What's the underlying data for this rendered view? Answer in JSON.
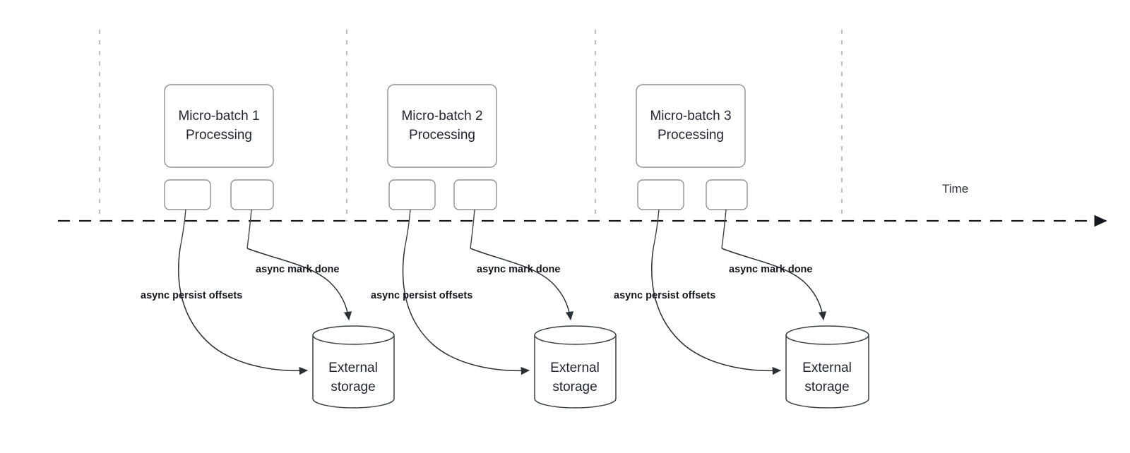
{
  "diagram": {
    "title_axis": "Time",
    "groups": [
      {
        "id": "micro-batch-1",
        "box_line1": "Micro-batch 1",
        "box_line2": "Processing",
        "persist_label": "async persist offsets",
        "mark_done_label": "async mark done",
        "storage_line1": "External",
        "storage_line2": "storage"
      },
      {
        "id": "micro-batch-2",
        "box_line1": "Micro-batch 2",
        "box_line2": "Processing",
        "persist_label": "async persist offsets",
        "mark_done_label": "async mark done",
        "storage_line1": "External",
        "storage_line2": "storage"
      },
      {
        "id": "micro-batch-3",
        "box_line1": "Micro-batch 3",
        "box_line2": "Processing",
        "persist_label": "async persist offsets",
        "mark_done_label": "async mark done",
        "storage_line1": "External",
        "storage_line2": "storage"
      }
    ],
    "colors": {
      "node_stroke": "#8d9096",
      "cylinder_stroke": "#3a3f47",
      "divider": "#bcbec3",
      "timeline": "#14181f",
      "text": "#1f2430"
    }
  }
}
